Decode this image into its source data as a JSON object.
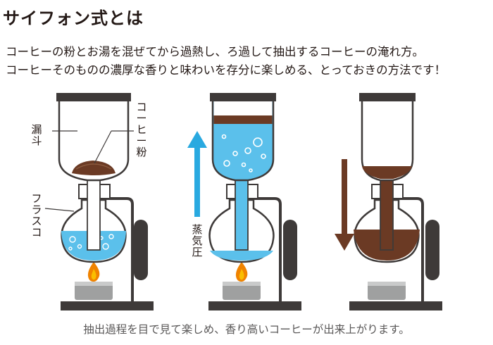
{
  "title": "サイフォン式とは",
  "description": [
    "コーヒーの粉とお湯を混ぜてから過熱し、ろ過して抽出するコーヒーの淹れ方。",
    "コーヒーそのものの濃厚な香りと味わいを存分に楽しめる、とっておきの方法です！"
  ],
  "labels": {
    "funnel": "漏斗",
    "coffee_grounds": "コーヒー粉",
    "flask": "フラスコ",
    "steam_pressure": "蒸気圧"
  },
  "caption": "抽出過程を目で見て楽しめ、香り高いコーヒーが出来上がります。",
  "colors": {
    "water": "#5bc0eb",
    "coffee": "#6b3a24",
    "frame": "#3e3a39",
    "flame": "#f08300",
    "burner": "#9fa0a0",
    "arrow_up": "#29a9e0",
    "arrow_down": "#6b3a24"
  }
}
